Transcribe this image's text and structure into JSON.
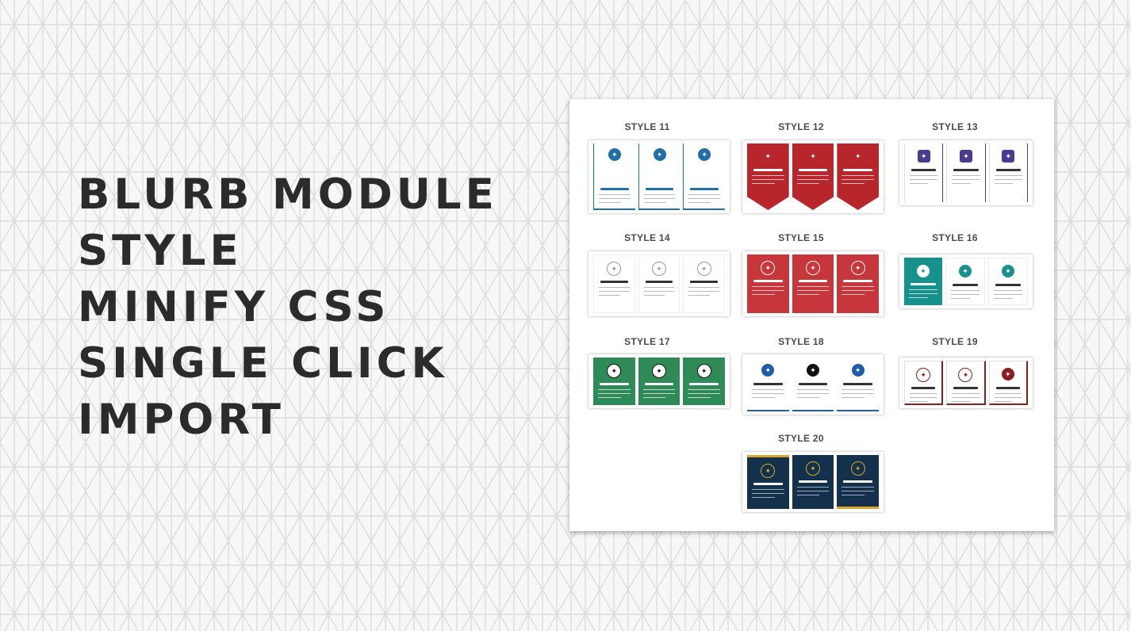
{
  "headline": {
    "line1": "BLURB MODULE",
    "line2": "STYLE",
    "line3": "MINIFY CSS",
    "line4": "SINGLE CLICK",
    "line5": "IMPORT"
  },
  "styles": [
    {
      "label": "STYLE 11",
      "theme": "circle-blue",
      "accent": "#1f6fa8"
    },
    {
      "label": "STYLE 12",
      "theme": "red-banner",
      "accent": "#b8262c"
    },
    {
      "label": "STYLE 13",
      "theme": "purple-hex",
      "accent": "#4b3b8f"
    },
    {
      "label": "STYLE 14",
      "theme": "diamond-outline",
      "accent": "#cccccc"
    },
    {
      "label": "STYLE 15",
      "theme": "red-panel",
      "accent": "#c6363a"
    },
    {
      "label": "STYLE 16",
      "theme": "teal",
      "accent": "#17918c"
    },
    {
      "label": "STYLE 17",
      "theme": "green",
      "accent": "#2e8b57"
    },
    {
      "label": "STYLE 18",
      "theme": "blue-dot",
      "accent": "#1e5ea8"
    },
    {
      "label": "STYLE 19",
      "theme": "maroon-frame",
      "accent": "#8b1e1e"
    },
    {
      "label": "STYLE 20",
      "theme": "navy-gold",
      "accent": "#13304d"
    }
  ],
  "icons": {
    "blurb": "lightbulb-icon"
  },
  "colors": {
    "heading": "#2b2b2b",
    "pattern": "#dcdcdc",
    "background": "#f7f7f7"
  }
}
